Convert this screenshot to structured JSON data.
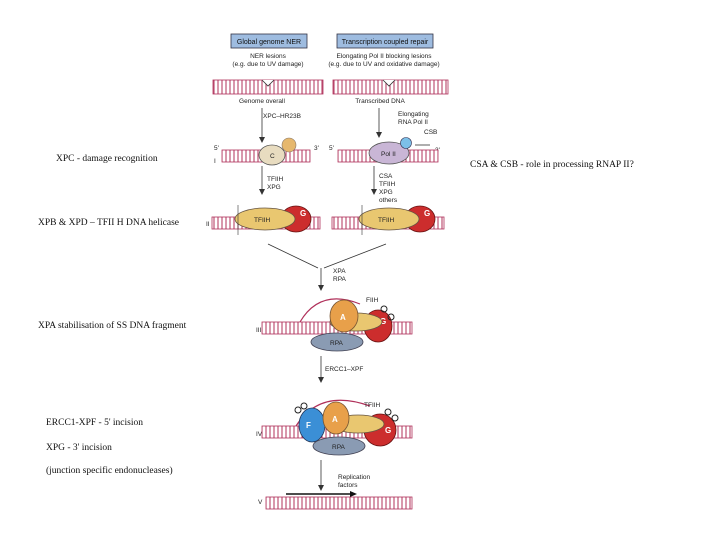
{
  "annotations": {
    "xpc": "XPC - damage recognition",
    "csa_csb": "CSA & CSB - role in processing RNAP II?",
    "xpb_xpd": "XPB & XPD – TFII H DNA helicase",
    "xpa": "XPA stabilisation of SS DNA fragment",
    "ercc1": "ERCC1-XPF - 5' incision",
    "xpg": "XPG - 3' incision",
    "endo": "(junction specific endonucleases)"
  },
  "diagram": {
    "header_left": "Global genome NER",
    "header_right": "Transcription coupled repair",
    "sub_left_1": "NER lesions",
    "sub_left_2": "(e.g. due to UV damage)",
    "sub_right_1": "Elongating Pol II blocking lesions",
    "sub_right_2": "(e.g. due to UV and oxidative damage)",
    "genome_overall": "Genome overall",
    "transcribed_dna": "Transcribed DNA",
    "xpc_hr23b": "XPC–HR23B",
    "elongating_1": "Elongating",
    "elongating_2": "RNA Pol II",
    "csb": "CSB",
    "pol2": "Pol II",
    "c": "C",
    "five_prime_a": "5'",
    "three_prime_a": "3'",
    "five_prime_b": "5'",
    "three_prime_b": "3'",
    "roman_1": "I",
    "roman_2": "II",
    "roman_3": "III",
    "roman_4": "IV",
    "roman_5": "V",
    "tfiih_l1": "TFIIH",
    "tfiih_l2": "XPG",
    "csa_1": "CSA",
    "csa_2": "TFIIH",
    "csa_3": "XPG",
    "csa_4": "others",
    "tfiih_box_left": "TFIIH",
    "g_left": "G",
    "tfiih_box_right": "TFIIH",
    "g_right": "G",
    "xpa_1": "XPA",
    "xpa_2": "RPA",
    "fiih_3": "FIIH",
    "a_3": "A",
    "g_3": "G",
    "rpa_3": "RPA",
    "ercc1_xpf": "ERCC1–XPF",
    "tfiih_4": "TFIIH",
    "a_4": "A",
    "f_4": "F",
    "g_4": "G",
    "rpa_4": "RPA",
    "replication_1": "Replication",
    "replication_2": "factors"
  }
}
